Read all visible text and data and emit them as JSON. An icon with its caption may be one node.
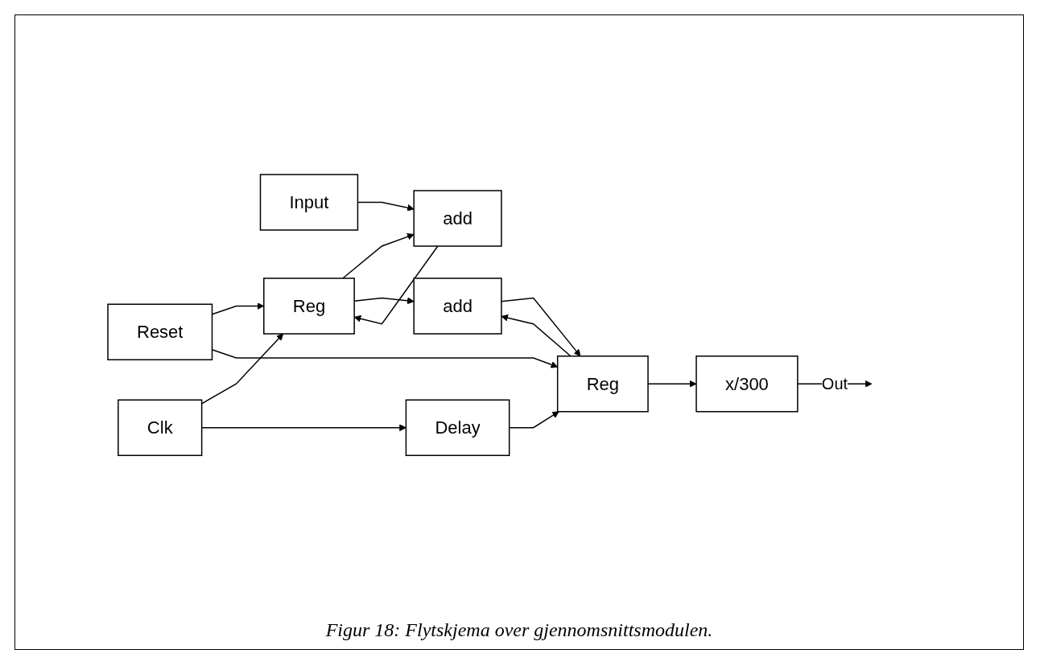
{
  "diagram": {
    "caption": "Figur 18: Flytskjema over gjennomsnittsmodulen.",
    "nodes": [
      {
        "text": [
          "Reset"
        ]
      },
      {
        "text": [
          "Input"
        ]
      },
      {
        "text": [
          "Clk"
        ]
      },
      {
        "text": [
          "add"
        ]
      },
      {
        "text": [
          "Reg"
        ]
      },
      {
        "text": [
          "add"
        ]
      },
      {
        "text": [
          "Reg"
        ]
      },
      {
        "text": [
          "Delay"
        ]
      },
      {
        "text": [
          "x/300"
        ]
      }
    ],
    "edges": [
      {
        "from": 0,
        "to": 4,
        "arrow": "to"
      },
      {
        "from": 0,
        "to": 6,
        "arrow": "to"
      },
      {
        "from": 4,
        "to": 3,
        "arrow": "to"
      },
      {
        "from": 1,
        "to": 3,
        "arrow": "to"
      },
      {
        "from": 3,
        "to": 4,
        "arrow": "to"
      },
      {
        "from": 4,
        "to": 5,
        "arrow": "to"
      },
      {
        "from": 6,
        "to": 5,
        "arrow": "to"
      },
      {
        "from": 5,
        "to": 6,
        "arrow": "to"
      },
      {
        "from": 2,
        "to": 4,
        "arrow": "to"
      },
      {
        "from": 2,
        "to": 7,
        "arrow": "to"
      },
      {
        "from": 7,
        "to": 6,
        "arrow": "to"
      },
      {
        "from": 6,
        "to": 8,
        "arrow": "to"
      },
      {
        "from": 8,
        "to": null,
        "label": "Out",
        "arrow": "to"
      }
    ]
  }
}
